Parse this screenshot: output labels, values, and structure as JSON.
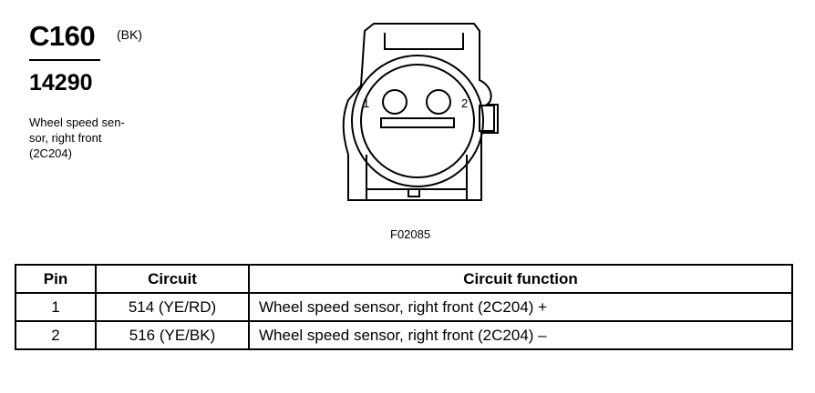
{
  "connector": {
    "id": "C160",
    "color": "(BK)",
    "part_number": "14290",
    "description_lines": [
      "Wheel speed sen-",
      "sor, right front",
      "(2C204)"
    ]
  },
  "figure": {
    "reference": "F02085",
    "pin_labels": [
      "1",
      "2"
    ]
  },
  "table": {
    "headers": [
      "Pin",
      "Circuit",
      "Circuit function"
    ],
    "rows": [
      {
        "pin": "1",
        "circuit": "514 (YE/RD)",
        "function": "Wheel speed sensor, right front (2C204) +"
      },
      {
        "pin": "2",
        "circuit": "516 (YE/BK)",
        "function": "Wheel speed sensor, right front (2C204) –"
      }
    ]
  }
}
